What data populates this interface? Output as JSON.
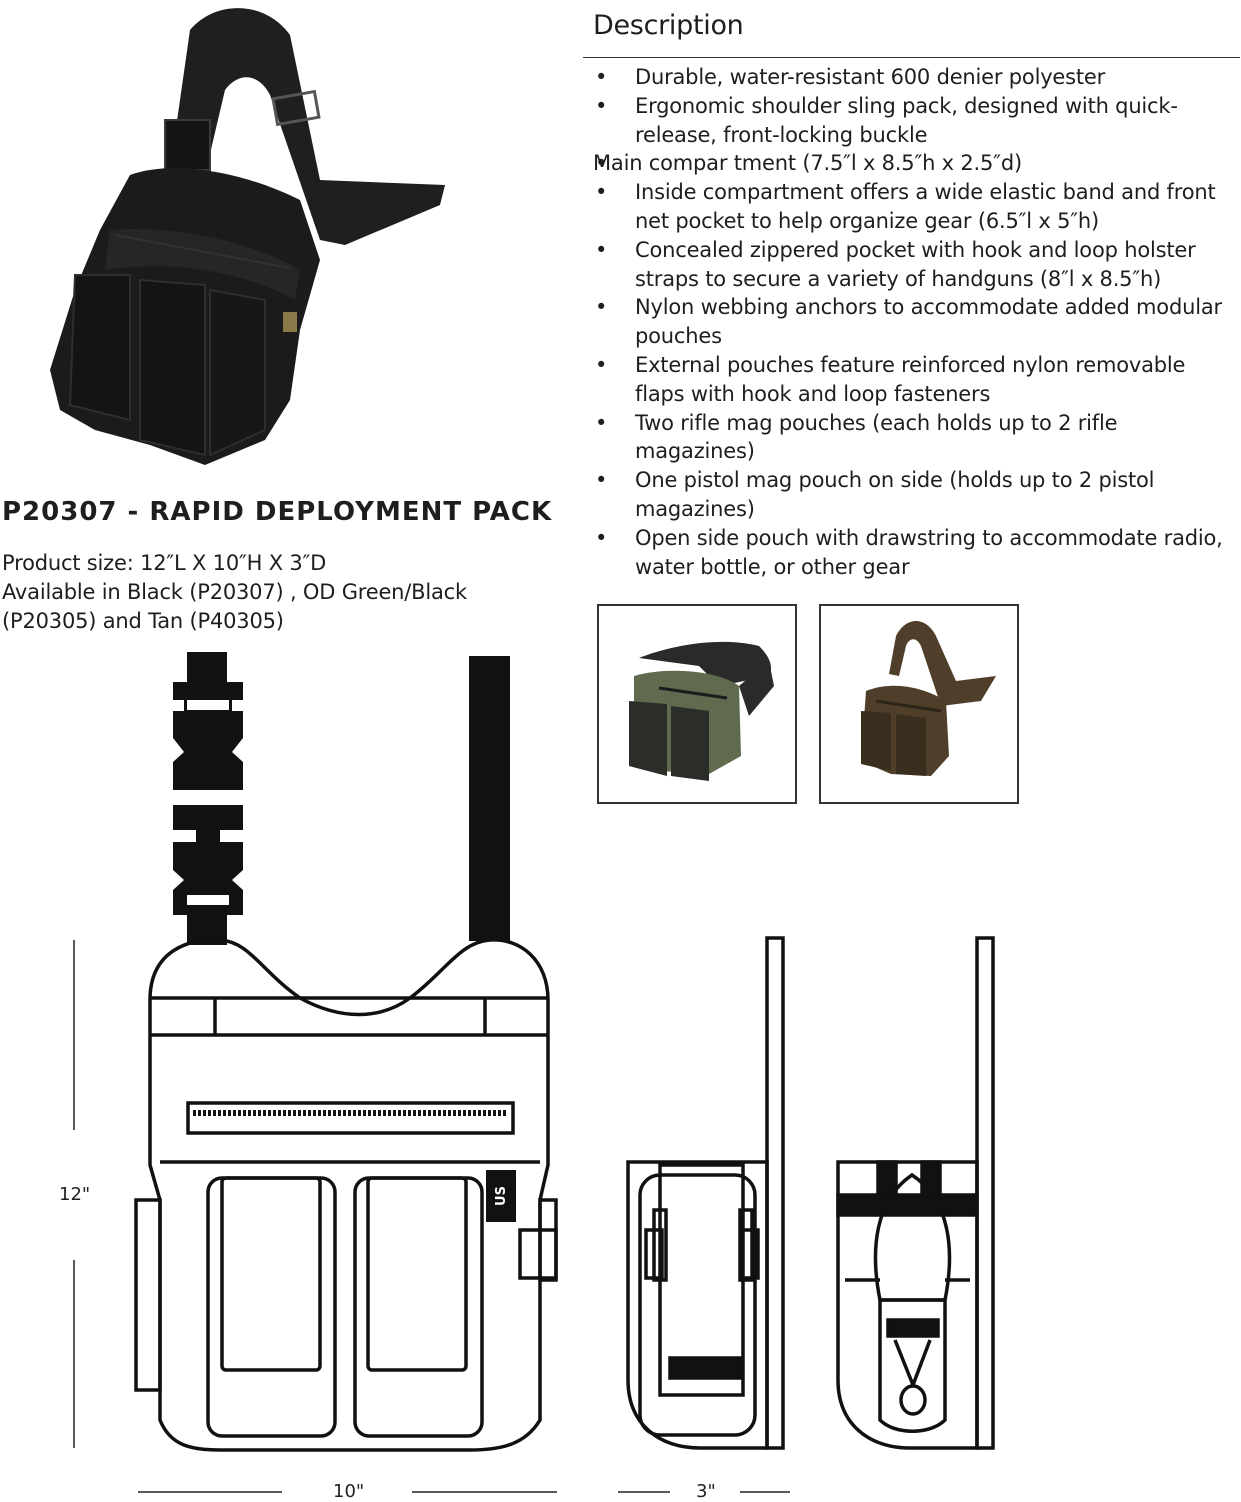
{
  "description": {
    "title": "Description",
    "items": [
      {
        "type": "bullet",
        "text": "Durable, water-resistant 600 denier polyester"
      },
      {
        "type": "bullet",
        "text": "Ergonomic shoulder sling pack, designed with quick-release, front-locking buckle"
      },
      {
        "type": "heading",
        "label": "Main compar tment",
        "detail": " (7.5″l x 8.5″h x 2.5″d)"
      },
      {
        "type": "bullet",
        "text": "Inside compartment offers a wide elastic band and front net pocket to help organize gear (6.5″l x 5″h)"
      },
      {
        "type": "bullet",
        "text": "Concealed zippered pocket with hook and loop holster straps to secure a variety of handguns (8″l x 8.5″h)"
      },
      {
        "type": "bullet",
        "text": "Nylon webbing anchors to accommodate added modular pouches"
      },
      {
        "type": "bullet",
        "text": "External pouches feature reinforced nylon removable flaps with hook and loop fasteners"
      },
      {
        "type": "bullet",
        "text": "Two rifle mag pouches (each holds up to 2 rifle magazines)"
      },
      {
        "type": "bullet",
        "text": "One pistol mag pouch on side (holds up to 2 pistol magazines)"
      },
      {
        "type": "bullet",
        "text": "Open side pouch with drawstring to accommodate radio, water bottle, or other gear"
      }
    ]
  },
  "product": {
    "title": "P20307 - RAPID DEPLOYMENT PACK",
    "size": "Product size: 12″L X 10″H X 3″D",
    "availability_1": "Available in Black (P20307) , OD Green/Black",
    "availability_2": "(P20305) and Tan (P40305)"
  },
  "dimensions": {
    "height": "12\"",
    "width": "10\"",
    "depth": "3\""
  },
  "logo": "US",
  "colors": {
    "black_pack": "#1b1b1b",
    "od_green": "#5f6a4f",
    "tan": "#4f3f2a",
    "line": "#111111"
  },
  "icons": {
    "main_photo": "black-pack-photo",
    "thumb_green": "od-green-pack-photo",
    "thumb_tan": "tan-pack-photo"
  }
}
